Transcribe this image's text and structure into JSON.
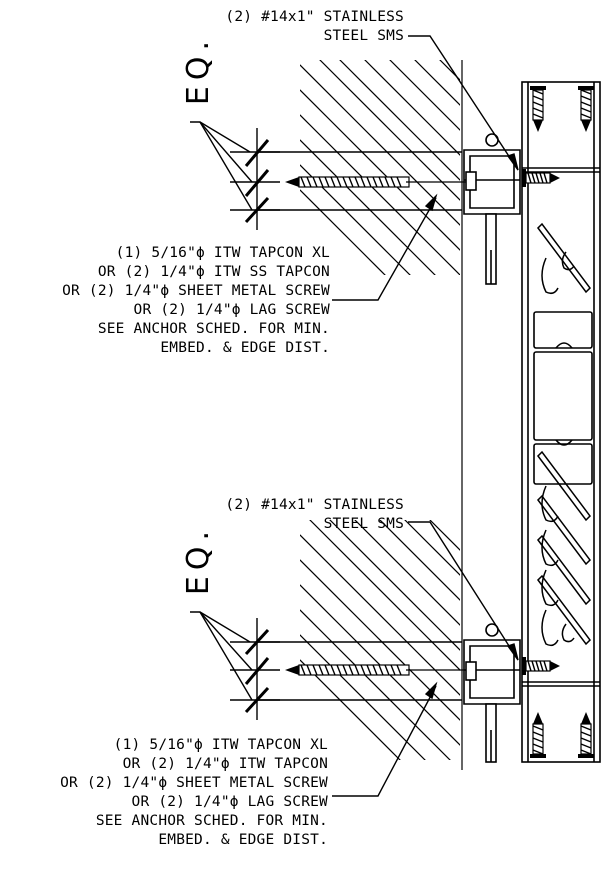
{
  "top_detail": {
    "sms_label": [
      "(2) #14x1\" STAINLESS",
      "STEEL SMS"
    ],
    "eq_label": "EQ.",
    "anchor_label": [
      "(1) 5/16\"ϕ ITW TAPCON XL",
      "OR (2) 1/4\"ϕ ITW SS TAPCON",
      "OR (2) 1/4\"ϕ SHEET METAL SCREW",
      "OR (2) 1/4\"ϕ LAG SCREW",
      "SEE ANCHOR SCHED. FOR MIN.",
      "EMBED. & EDGE DIST."
    ]
  },
  "bottom_detail": {
    "sms_label": [
      "(2) #14x1\" STAINLESS",
      "STEEL SMS"
    ],
    "eq_label": "EQ.",
    "anchor_label": [
      "(1) 5/16\"ϕ ITW TAPCON XL",
      "OR (2) 1/4\"ϕ ITW TAPCON",
      "OR (2) 1/4\"ϕ SHEET METAL SCREW",
      "OR (2) 1/4\"ϕ LAG SCREW",
      "SEE ANCHOR SCHED. FOR MIN.",
      "EMBED. & EDGE DIST."
    ]
  }
}
